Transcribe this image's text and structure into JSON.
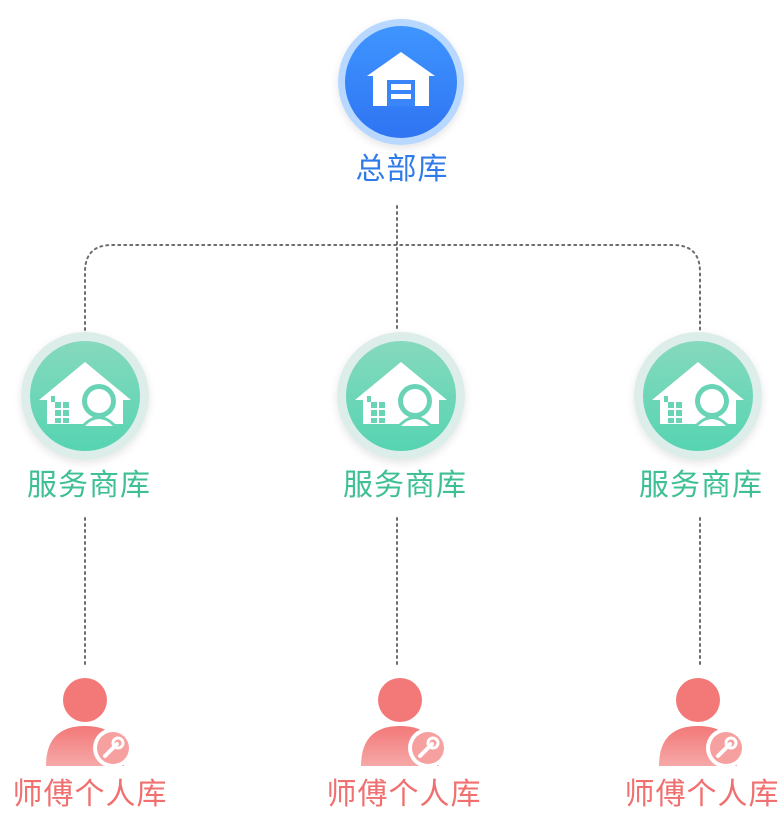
{
  "colors": {
    "hq": "#2f7bea",
    "provider": "#3fbf95",
    "worker": "#f06f6f",
    "connector": "#6d6d6d"
  },
  "hq": {
    "label": "总部库",
    "icon": "warehouse-icon"
  },
  "providers": [
    {
      "label": "服务商库",
      "icon": "house-person-icon"
    },
    {
      "label": "服务商库",
      "icon": "house-person-icon"
    },
    {
      "label": "服务商库",
      "icon": "house-person-icon"
    }
  ],
  "workers": [
    {
      "label": "师傅个人库",
      "icon": "worker-wrench-icon"
    },
    {
      "label": "师傅个人库",
      "icon": "worker-wrench-icon"
    },
    {
      "label": "师傅个人库",
      "icon": "worker-wrench-icon"
    }
  ]
}
